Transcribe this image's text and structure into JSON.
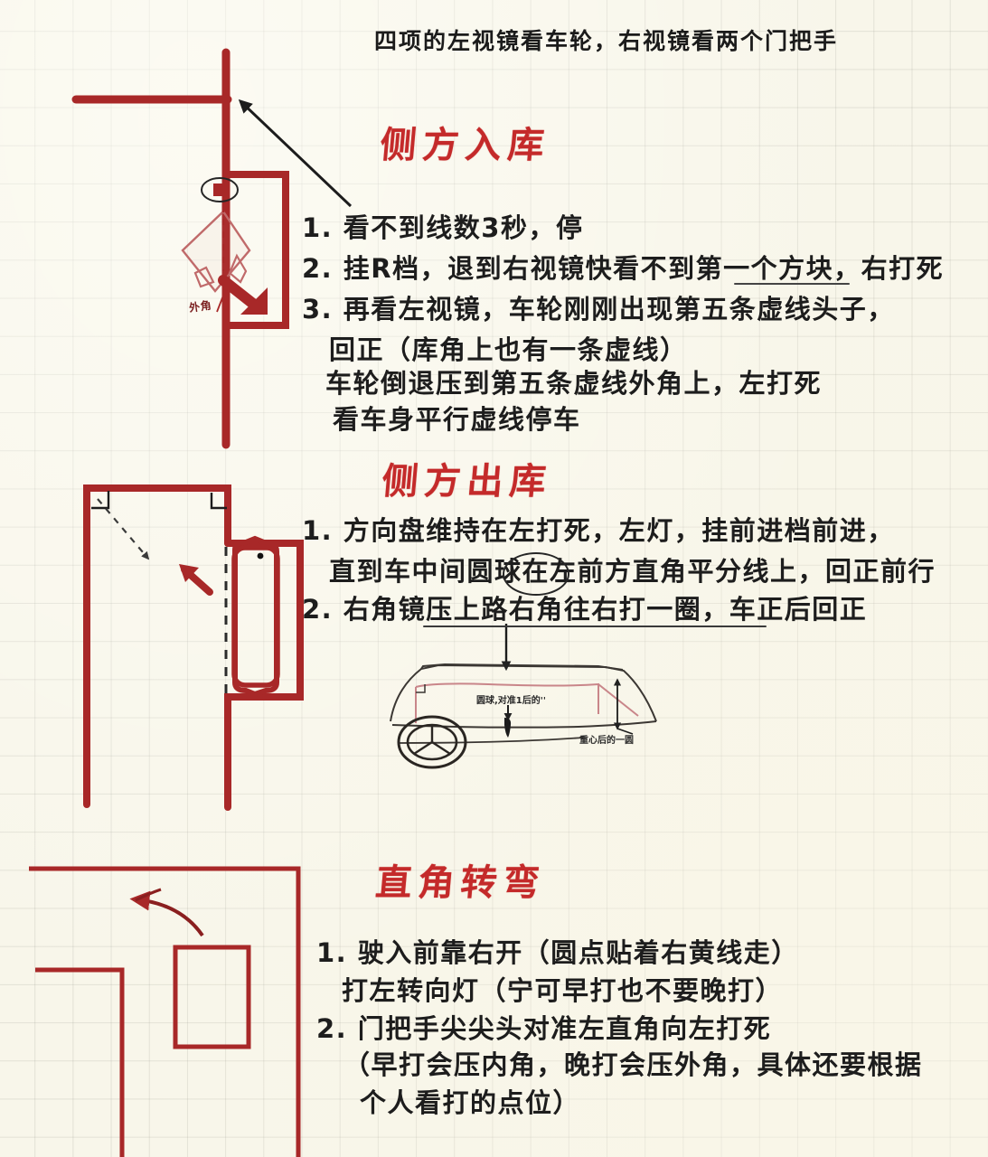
{
  "page": {
    "paper_color": "#f8f6ea",
    "grid_color": "#96968c",
    "ink_color": "#1d1d1d",
    "title_red": "#c42a2a",
    "diagram_red": "#a82828"
  },
  "header": {
    "note": "四项的左视镜看车轮，右视镜看两个门把手"
  },
  "sections": [
    {
      "id": "side-parking-in",
      "title": "侧方入库",
      "lines": [
        "1. 看不到线数3秒，停",
        "2. 挂R档，退到右视镜快看不到第一个方块，右打死",
        "3. 再看左视镜，车轮刚刚出现第五条虚线头子，",
        "回正（库角上也有一条虚线）",
        "车轮倒退压到第五条虚线外角上，左打死",
        "看车身平行虚线停车"
      ]
    },
    {
      "id": "side-parking-out",
      "title": "侧方出库",
      "lines": [
        "1. 方向盘维持在左打死，左灯，挂前进档前进，",
        "直到车中间圆球在左前方直角平分线上，回正前行",
        "2. 右角镜压上路右角往右打一圈，车正后回正"
      ],
      "circled_word": "圆球"
    },
    {
      "id": "right-angle-turn",
      "title": "直角转弯",
      "lines": [
        "1. 驶入前靠右开（圆点贴着右黄线走）",
        "打左转向灯（宁可早打也不要晚打）",
        "2. 门把手尖尖头对准左直角向左打死",
        "（早打会压内角，晚打会压外角，具体还要根据",
        "个人看打的点位）"
      ]
    }
  ],
  "diagrams": {
    "d1": {
      "name": "side-parking-in-diagram",
      "labels": [
        "外角"
      ]
    },
    "d2": {
      "name": "side-parking-out-diagram",
      "labels": []
    },
    "d3": {
      "name": "right-angle-turn-diagram",
      "labels": []
    },
    "car_sketch": {
      "name": "car-side-view-sketch",
      "labels": [
        "圆球,对准1后的''",
        "重心后的一圆"
      ]
    }
  }
}
